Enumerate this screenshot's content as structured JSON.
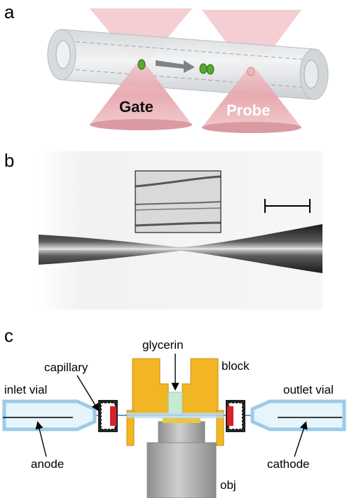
{
  "panels": {
    "a": {
      "letter": "a",
      "labels": {
        "gate": "Gate",
        "probe": "Probe"
      }
    },
    "b": {
      "letter": "b"
    },
    "c": {
      "letter": "c",
      "labels": {
        "glycerin": "glycerin",
        "block": "block",
        "capillary": "capillary",
        "inlet_vial": "inlet vial",
        "outlet_vial": "outlet vial",
        "anode": "anode",
        "cathode": "cathode",
        "obj": "obj"
      }
    }
  },
  "colors": {
    "beam_pink": "#e8a0a8",
    "cell_green": "#5aa832",
    "block_orange": "#f2b624",
    "vial_blue": "#9ccbe8",
    "seal_red": "#d8202a",
    "objective_gray": "#a9a9a9"
  }
}
